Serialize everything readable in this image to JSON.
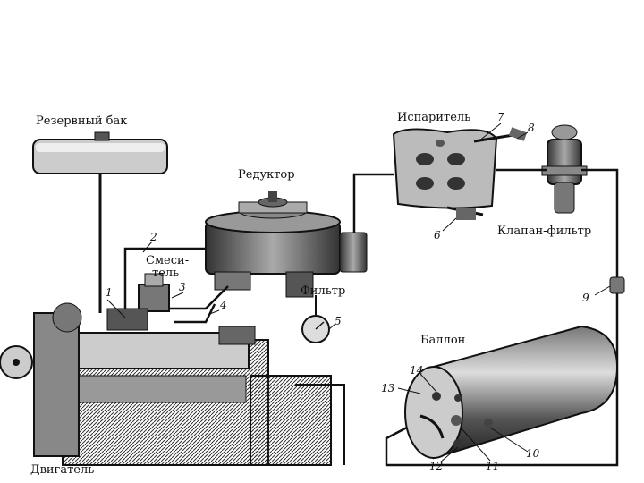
{
  "labels": {
    "reserve_tank": "Резервный бак",
    "reducer": "Редуктор",
    "evaporator": "Испаритель",
    "valve_filter": "Клапан-фильтр",
    "mixer_line1": "Смеси-",
    "mixer_line2": "тель",
    "filter": "Фильтр",
    "cylinder": "Баллон",
    "engine": "Двигатель"
  },
  "numbers": [
    "1",
    "2",
    "3",
    "4",
    "5",
    "6",
    "7",
    "8",
    "9",
    "10",
    "11",
    "12",
    "13",
    "14"
  ],
  "colors": {
    "ink": "#111111",
    "shade": "#555555",
    "light": "#bbbbbb",
    "paper": "#ffffff"
  }
}
